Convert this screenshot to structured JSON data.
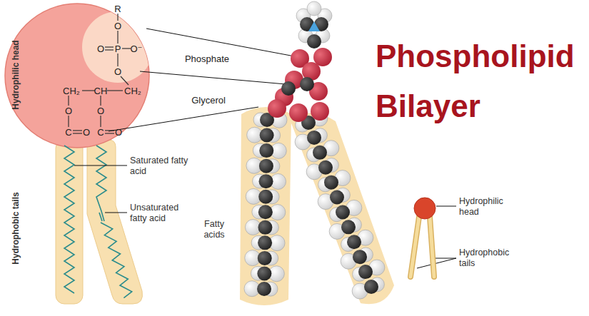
{
  "diagram": {
    "title": "Phospholipid Bilayer",
    "labels": [
      "Hydrophilic head",
      "R",
      "O",
      "O",
      "P",
      "O⁻",
      "O",
      "Phosphate",
      "CH₂",
      "CH",
      "CH₂",
      "Glycerol",
      "O",
      "O",
      "C",
      "O",
      "C",
      "O",
      "Hydrophobic tails",
      "Saturated fatty acid",
      "Unsaturated fatty acid",
      "Fatty acids",
      "Hydrophilic head",
      "Hydrophobic tails"
    ]
  }
}
